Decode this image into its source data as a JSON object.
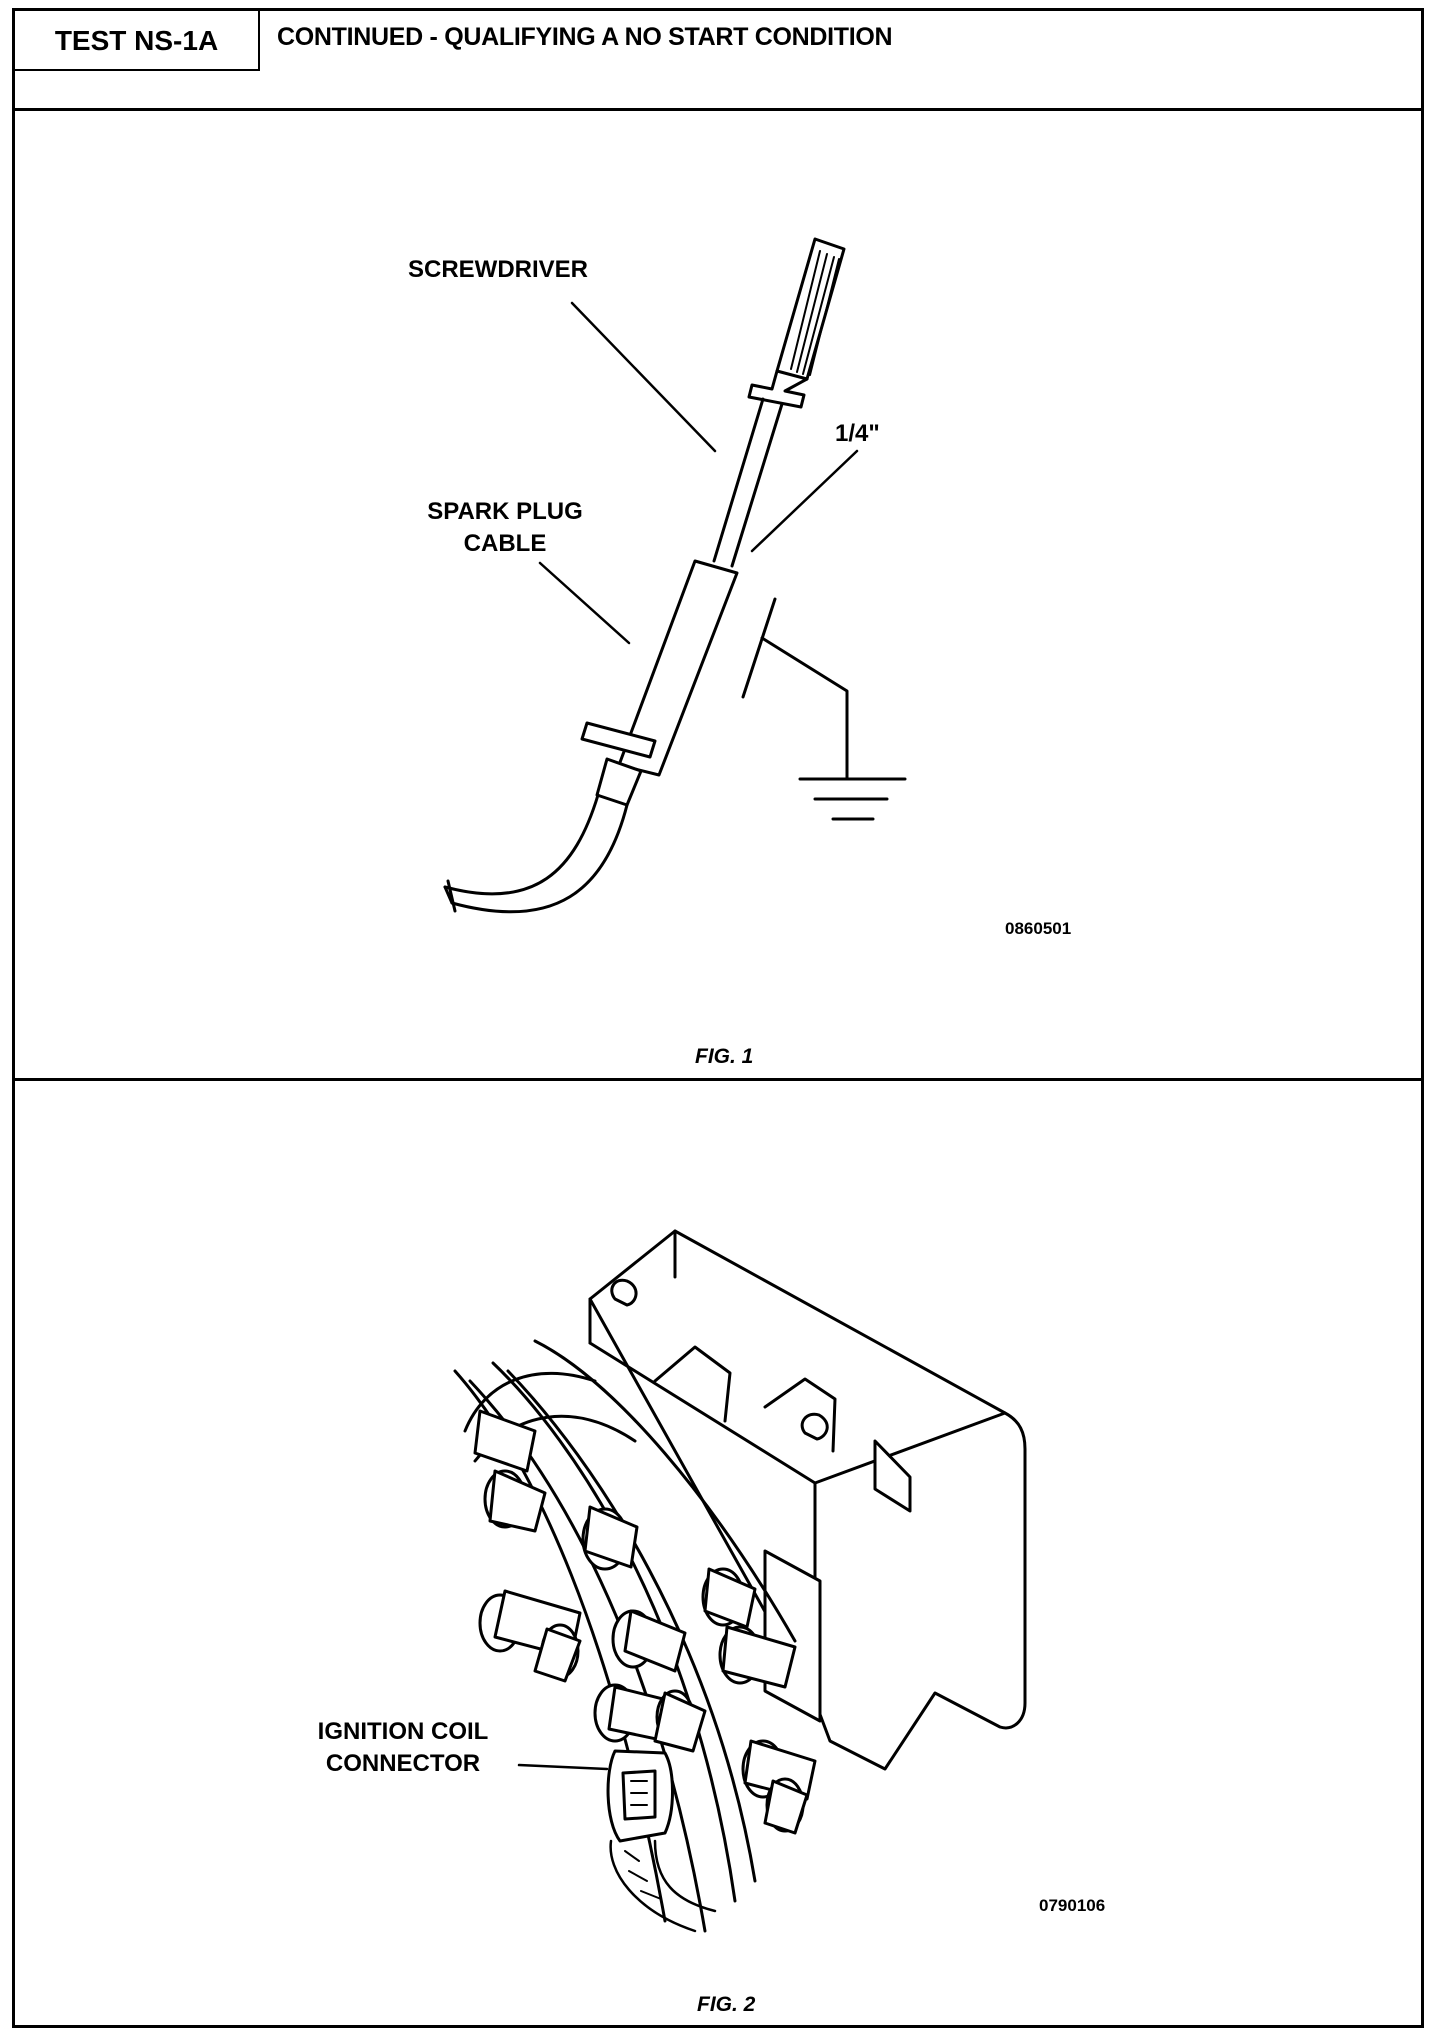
{
  "header": {
    "test_id": "TEST NS-1A",
    "title": "CONTINUED - QUALIFYING A NO START CONDITION"
  },
  "figure1": {
    "label_screwdriver": "SCREWDRIVER",
    "label_gap": "1/4\"",
    "label_cable_line1": "SPARK PLUG",
    "label_cable_line2": "CABLE",
    "image_code": "0860501",
    "caption": "FIG. 1"
  },
  "figure2": {
    "label_line1": "IGNITION COIL",
    "label_line2": "CONNECTOR",
    "image_code": "0790106",
    "caption": "FIG. 2"
  }
}
